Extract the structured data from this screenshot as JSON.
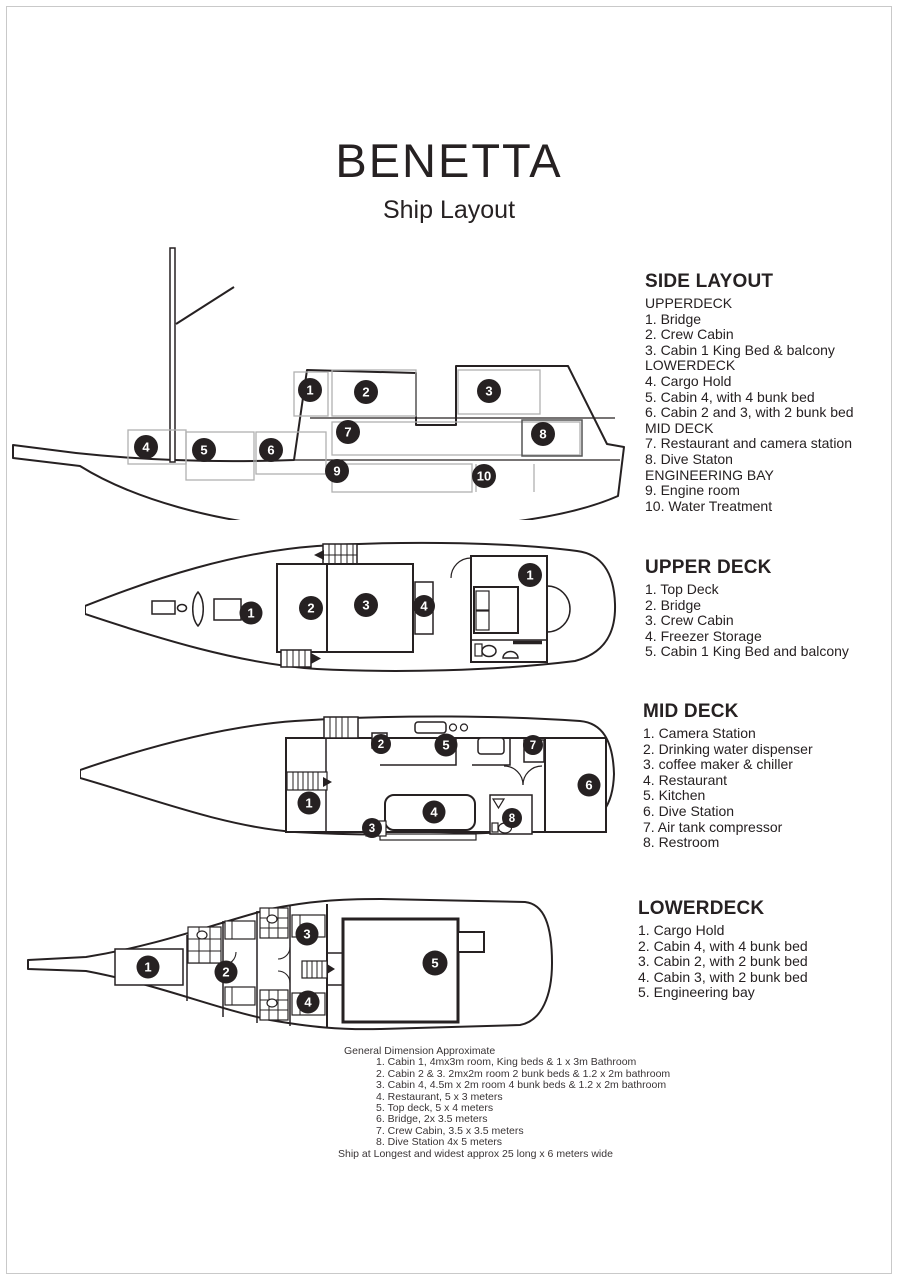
{
  "title": "BENETTA",
  "subtitle": "Ship Layout",
  "legends": {
    "side": {
      "heading": "SIDE LAYOUT",
      "lines": [
        "UPPERDECK",
        "1. Bridge",
        "2. Crew Cabin",
        "3. Cabin 1 King Bed & balcony",
        "LOWERDECK",
        "4. Cargo Hold",
        "5. Cabin 4, with 4 bunk bed",
        "6. Cabin 2 and 3, with 2 bunk bed",
        "MID DECK",
        "7. Restaurant and camera station",
        "8. Dive Staton",
        "ENGINEERING BAY",
        "9. Engine room",
        "10. Water Treatment"
      ]
    },
    "upper": {
      "heading": "UPPER DECK",
      "lines": [
        "1. Top Deck",
        "2. Bridge",
        "3. Crew Cabin",
        "4. Freezer Storage",
        "5. Cabin 1 King Bed and balcony"
      ]
    },
    "mid": {
      "heading": "MID DECK",
      "lines": [
        "1. Camera Station",
        "2. Drinking water dispenser",
        "3. coffee maker & chiller",
        "4. Restaurant",
        "5. Kitchen",
        "6. Dive Station",
        "7. Air tank compressor",
        "8. Restroom"
      ]
    },
    "lower": {
      "heading": "LOWERDECK",
      "lines": [
        "1. Cargo Hold",
        "2. Cabin 4, with 4 bunk bed",
        "3. Cabin 2, with 2 bunk bed",
        "4. Cabin 3, with 2 bunk bed",
        "5. Engineering bay"
      ]
    }
  },
  "markers": {
    "side": [
      "1",
      "2",
      "3",
      "4",
      "5",
      "6",
      "7",
      "8",
      "9",
      "10"
    ],
    "upper": [
      "1",
      "2",
      "3",
      "4",
      "1"
    ],
    "mid": [
      "1",
      "2",
      "3",
      "4",
      "5",
      "6",
      "7",
      "8"
    ],
    "lower": [
      "1",
      "2",
      "3",
      "4",
      "5"
    ]
  },
  "dimensions": {
    "heading": "General Dimension Approximate",
    "lines": [
      "1. Cabin 1, 4mx3m room, King beds & 1 x 3m Bathroom",
      "2. Cabin 2 & 3. 2mx2m room 2 bunk beds & 1.2 x 2m bathroom",
      "3. Cabin 4, 4.5m x 2m room 4 bunk beds & 1.2 x 2m bathroom",
      "4. Restaurant, 5 x 3 meters",
      "5. Top deck, 5 x 4 meters",
      "6. Bridge, 2x 3.5 meters",
      "7. Crew Cabin, 3.5 x 3.5 meters",
      "8. Dive Station 4x 5 meters"
    ],
    "footer": "Ship at Longest and widest approx 25 long x 6 meters wide"
  },
  "colors": {
    "ink": "#262122",
    "box_gray": "#b0b0b0",
    "frame": "#c9c9c9"
  }
}
